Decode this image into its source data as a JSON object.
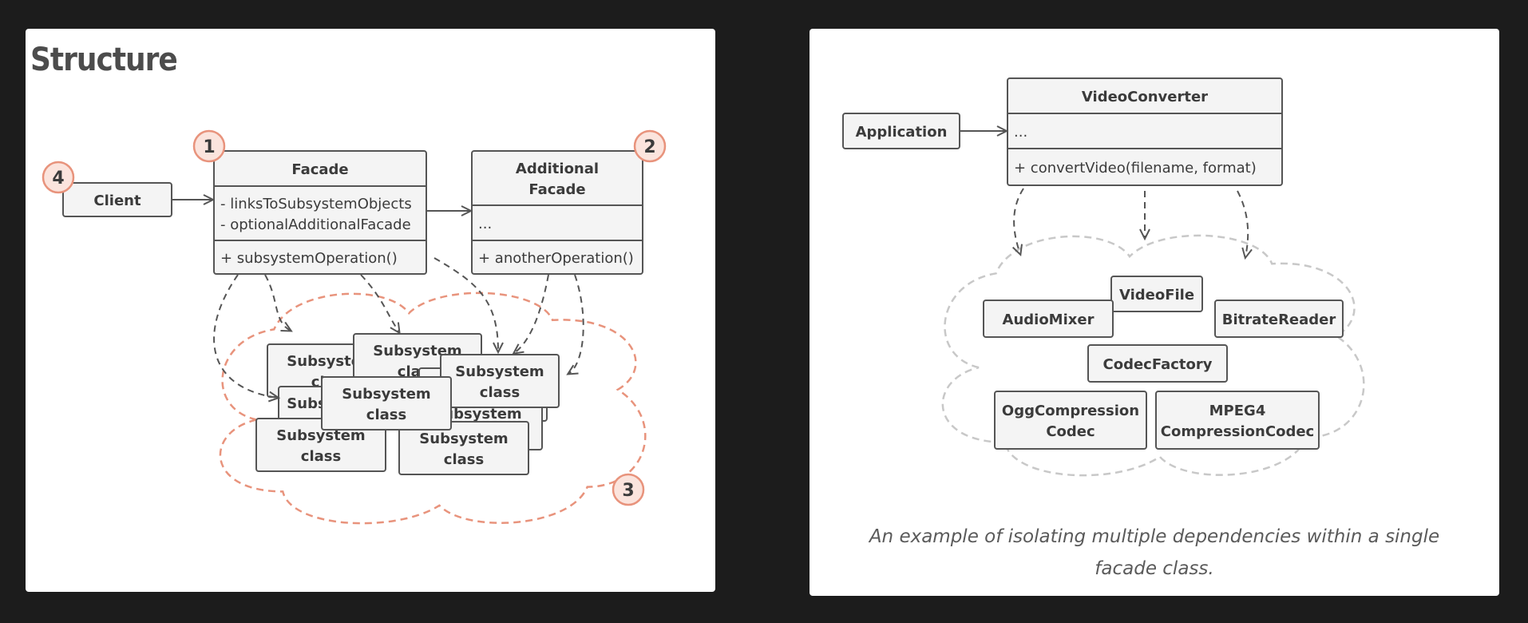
{
  "structure": {
    "title": "Structure",
    "client": "Client",
    "facade": {
      "name": "Facade",
      "fields": [
        "- linksToSubsystemObjects",
        "- optionalAdditionalFacade"
      ],
      "methods": [
        "+ subsystemOperation()"
      ]
    },
    "additional_facade": {
      "name_lines": [
        "Additional",
        "Facade"
      ],
      "fields": [
        "..."
      ],
      "methods": [
        "+ anotherOperation()"
      ]
    },
    "subsystem_label_lines": [
      "Subsystem",
      "class"
    ],
    "markers": [
      "1",
      "2",
      "3",
      "4"
    ],
    "accent_color": "#e8937c",
    "marker_text_color": "#c0392b"
  },
  "example": {
    "application": "Application",
    "converter": {
      "name": "VideoConverter",
      "fields": [
        "..."
      ],
      "methods": [
        "+ convertVideo(filename, format)"
      ]
    },
    "classes": [
      {
        "lines": [
          "VideoFile"
        ]
      },
      {
        "lines": [
          "AudioMixer"
        ]
      },
      {
        "lines": [
          "BitrateReader"
        ]
      },
      {
        "lines": [
          "CodecFactory"
        ]
      },
      {
        "lines": [
          "OggCompression",
          "Codec"
        ]
      },
      {
        "lines": [
          "MPEG4",
          "CompressionCodec"
        ]
      }
    ],
    "caption": "An example of isolating multiple dependencies within a single facade class."
  }
}
